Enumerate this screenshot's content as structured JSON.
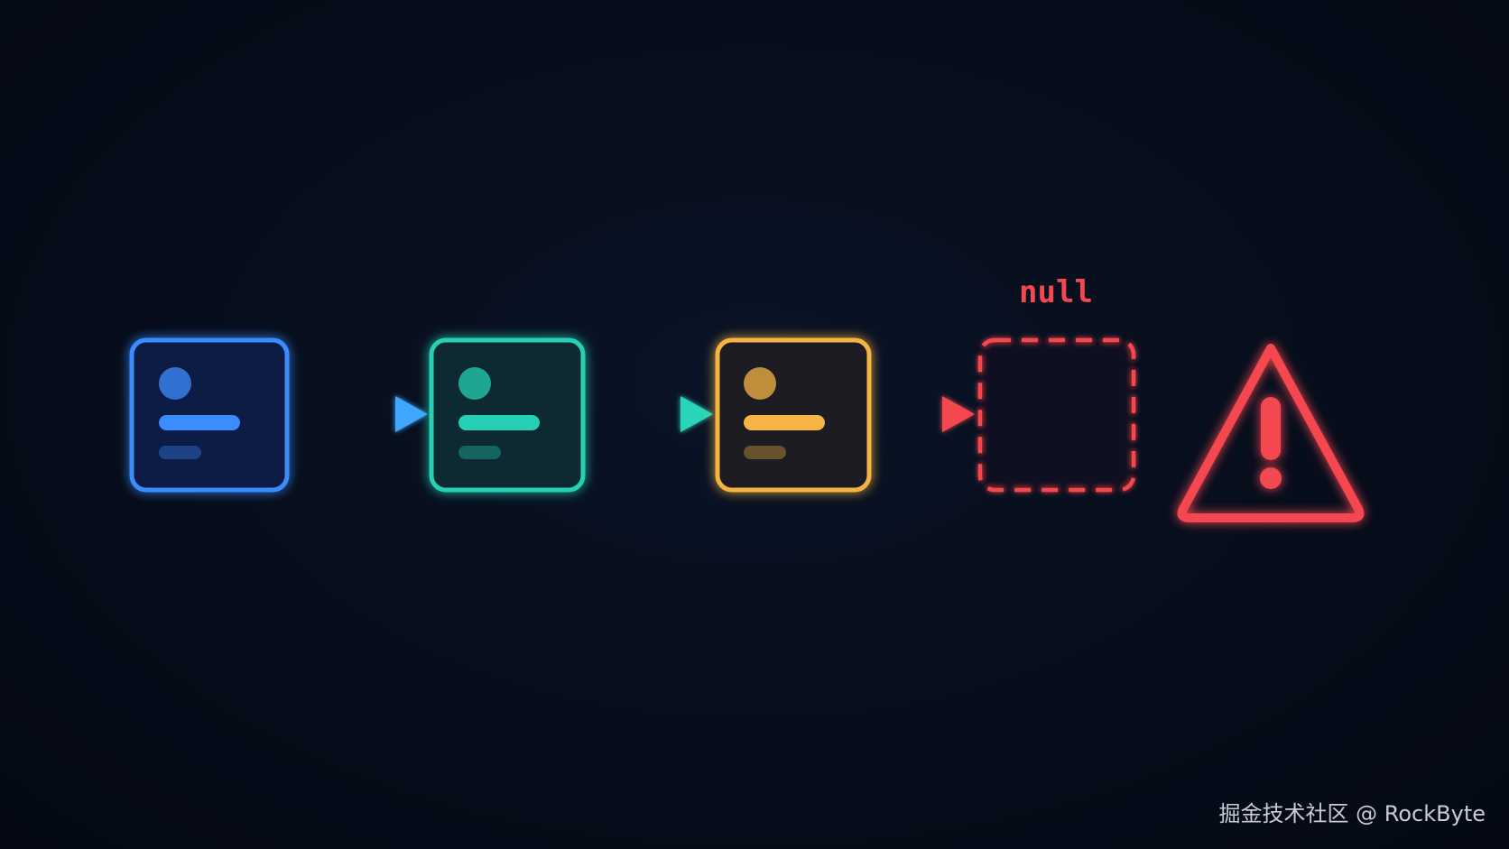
{
  "diagram": {
    "null_label": "null",
    "nodes": [
      {
        "name": "node-1",
        "color": "#3b8cff",
        "fill": "#0d1f45"
      },
      {
        "name": "node-2",
        "color": "#26d0b4",
        "fill": "#0c2a32"
      },
      {
        "name": "node-3",
        "color": "#f5b443",
        "fill": "#1c1f24"
      }
    ],
    "null_node_color": "#f5474f",
    "arrows": [
      {
        "from": "node-1",
        "to": "node-2",
        "color": "#3fa6ff"
      },
      {
        "from": "node-2",
        "to": "node-3",
        "color": "#2bd4b8"
      },
      {
        "from": "node-3",
        "to": "null-node",
        "color": "#f5474f"
      }
    ],
    "warning_icon": "warning-triangle-icon",
    "warning_color": "#f5474f"
  },
  "watermark": "掘金技术社区 @ RockByte"
}
